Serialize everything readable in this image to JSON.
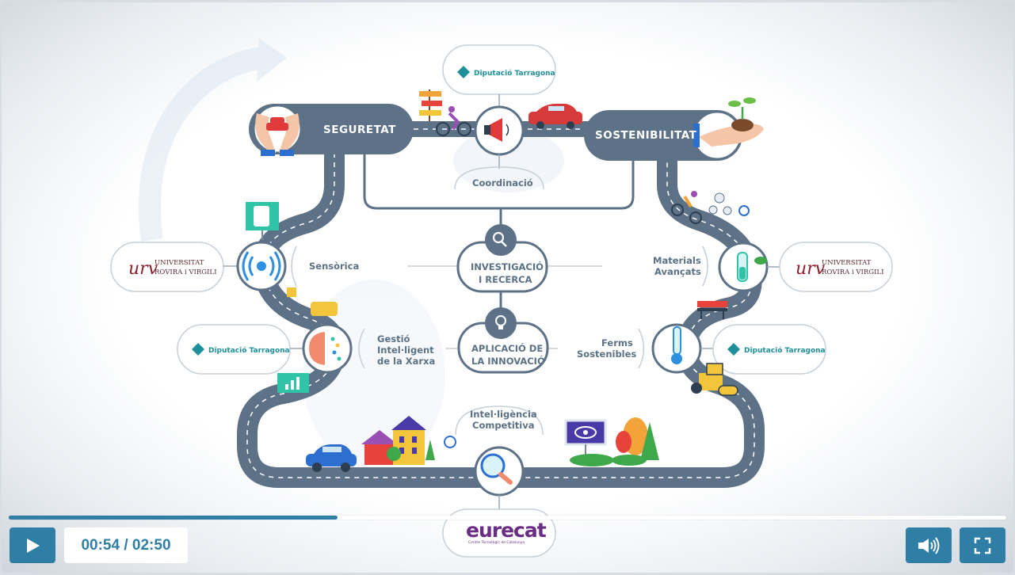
{
  "player": {
    "progress_fraction": 0.33,
    "current_time": "00:54",
    "separator": " / ",
    "duration": "02:50",
    "colors": {
      "accent": "#2f7ea6",
      "road": "#5d7187",
      "background": "#ffffff"
    },
    "icons": {
      "play": "play-icon",
      "volume": "volume-icon",
      "fullscreen": "fullscreen-icon"
    }
  },
  "diagram": {
    "road_labels": {
      "left": "SEGURETAT",
      "right": "SOSTENIBILITAT"
    },
    "center_nodes": {
      "coordination": "Coordinació",
      "research": [
        "INVESTIGACIÓ",
        "I RECERCA"
      ],
      "innovation": [
        "APLICACIÓ DE",
        "LA INNOVACIÓ"
      ],
      "competitive": [
        "Intel·ligència",
        "Competitiva"
      ]
    },
    "left_labels": {
      "sensors": "Sensòrica",
      "network": [
        "Gestió",
        "Intel·ligent",
        "de la Xarxa"
      ]
    },
    "right_labels": {
      "materials": [
        "Materials",
        "Avançats"
      ],
      "pavements": [
        "Ferms",
        "Sostenibles"
      ]
    },
    "logos": {
      "diputacio": "Diputació Tarragona",
      "urv": [
        "UNIVERSITAT",
        "ROVIRA i VIRGILI"
      ],
      "eurecat": "eurecat",
      "eurecat_sub": "Centre Tecnològic de Catalunya"
    }
  }
}
